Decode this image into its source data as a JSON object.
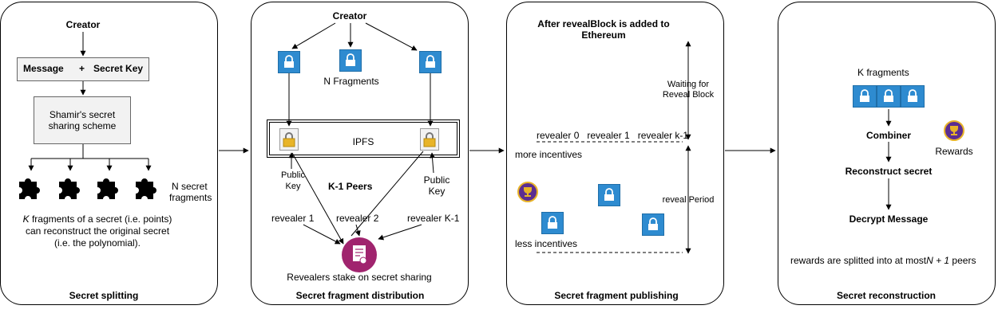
{
  "panels": [
    {
      "title": "Secret splitting",
      "creator": "Creator",
      "message": "Message",
      "plus": "+",
      "secret_key": "Secret Key",
      "scheme_line1": "Shamir's secret",
      "scheme_line2": "sharing scheme",
      "n_secret_line1": "N secret",
      "n_secret_line2": "fragments",
      "k_fragments_line1_k": "K",
      "k_fragments_line1_rest": " fragments of a secret (i.e. points)",
      "k_fragments_line2": "can reconstruct the original secret",
      "k_fragments_line3": "(i.e. the polynomial)."
    },
    {
      "title": "Secret fragment distribution",
      "creator": "Creator",
      "n_fragments": "N Fragments",
      "ipfs": "IPFS",
      "public_key_left_1": "Public",
      "public_key_left_2": "Key",
      "k1_peers": "K-1 Peers",
      "public_key_right_1": "Public",
      "public_key_right_2": "Key",
      "revealer_1": "revealer 1",
      "revealer_2": "revealer 2",
      "revealer_k1": "revealer K-1",
      "stake": "Revealers stake on secret sharing"
    },
    {
      "title": "Secret fragment publishing",
      "header_line1": "After revealBlock is added to",
      "header_line2": "Ethereum",
      "waiting_line1": "Waiting for",
      "waiting_line2": "Reveal Block",
      "revealers_row": "revealer 0   revealer 1   revealer k-1",
      "more_incentives": "more incentives",
      "reveal_period": "reveal Period",
      "less_incentives": "less incentives"
    },
    {
      "title": "Secret reconstruction",
      "k_fragments": "K fragments",
      "combiner": "Combiner",
      "rewards": "Rewards",
      "reconstruct": "Reconstruct secret",
      "decrypt": "Decrypt Message",
      "rewards_note_prefix": "rewards are splitted into at most",
      "rewards_note_formula": "N + 1",
      "rewards_note_suffix": " peers"
    }
  ],
  "icons": {
    "lock": "lock-icon",
    "puzzle": "puzzle-piece-icon",
    "trophy": "trophy-icon",
    "certificate": "certificate-icon",
    "yellow_lock": "padlock-icon"
  },
  "colors": {
    "lock_blue": "#2e8bd0",
    "trophy_purple": "#5b2d91",
    "certificate_magenta": "#a0246e",
    "box_gray": "#f2f2f2"
  }
}
